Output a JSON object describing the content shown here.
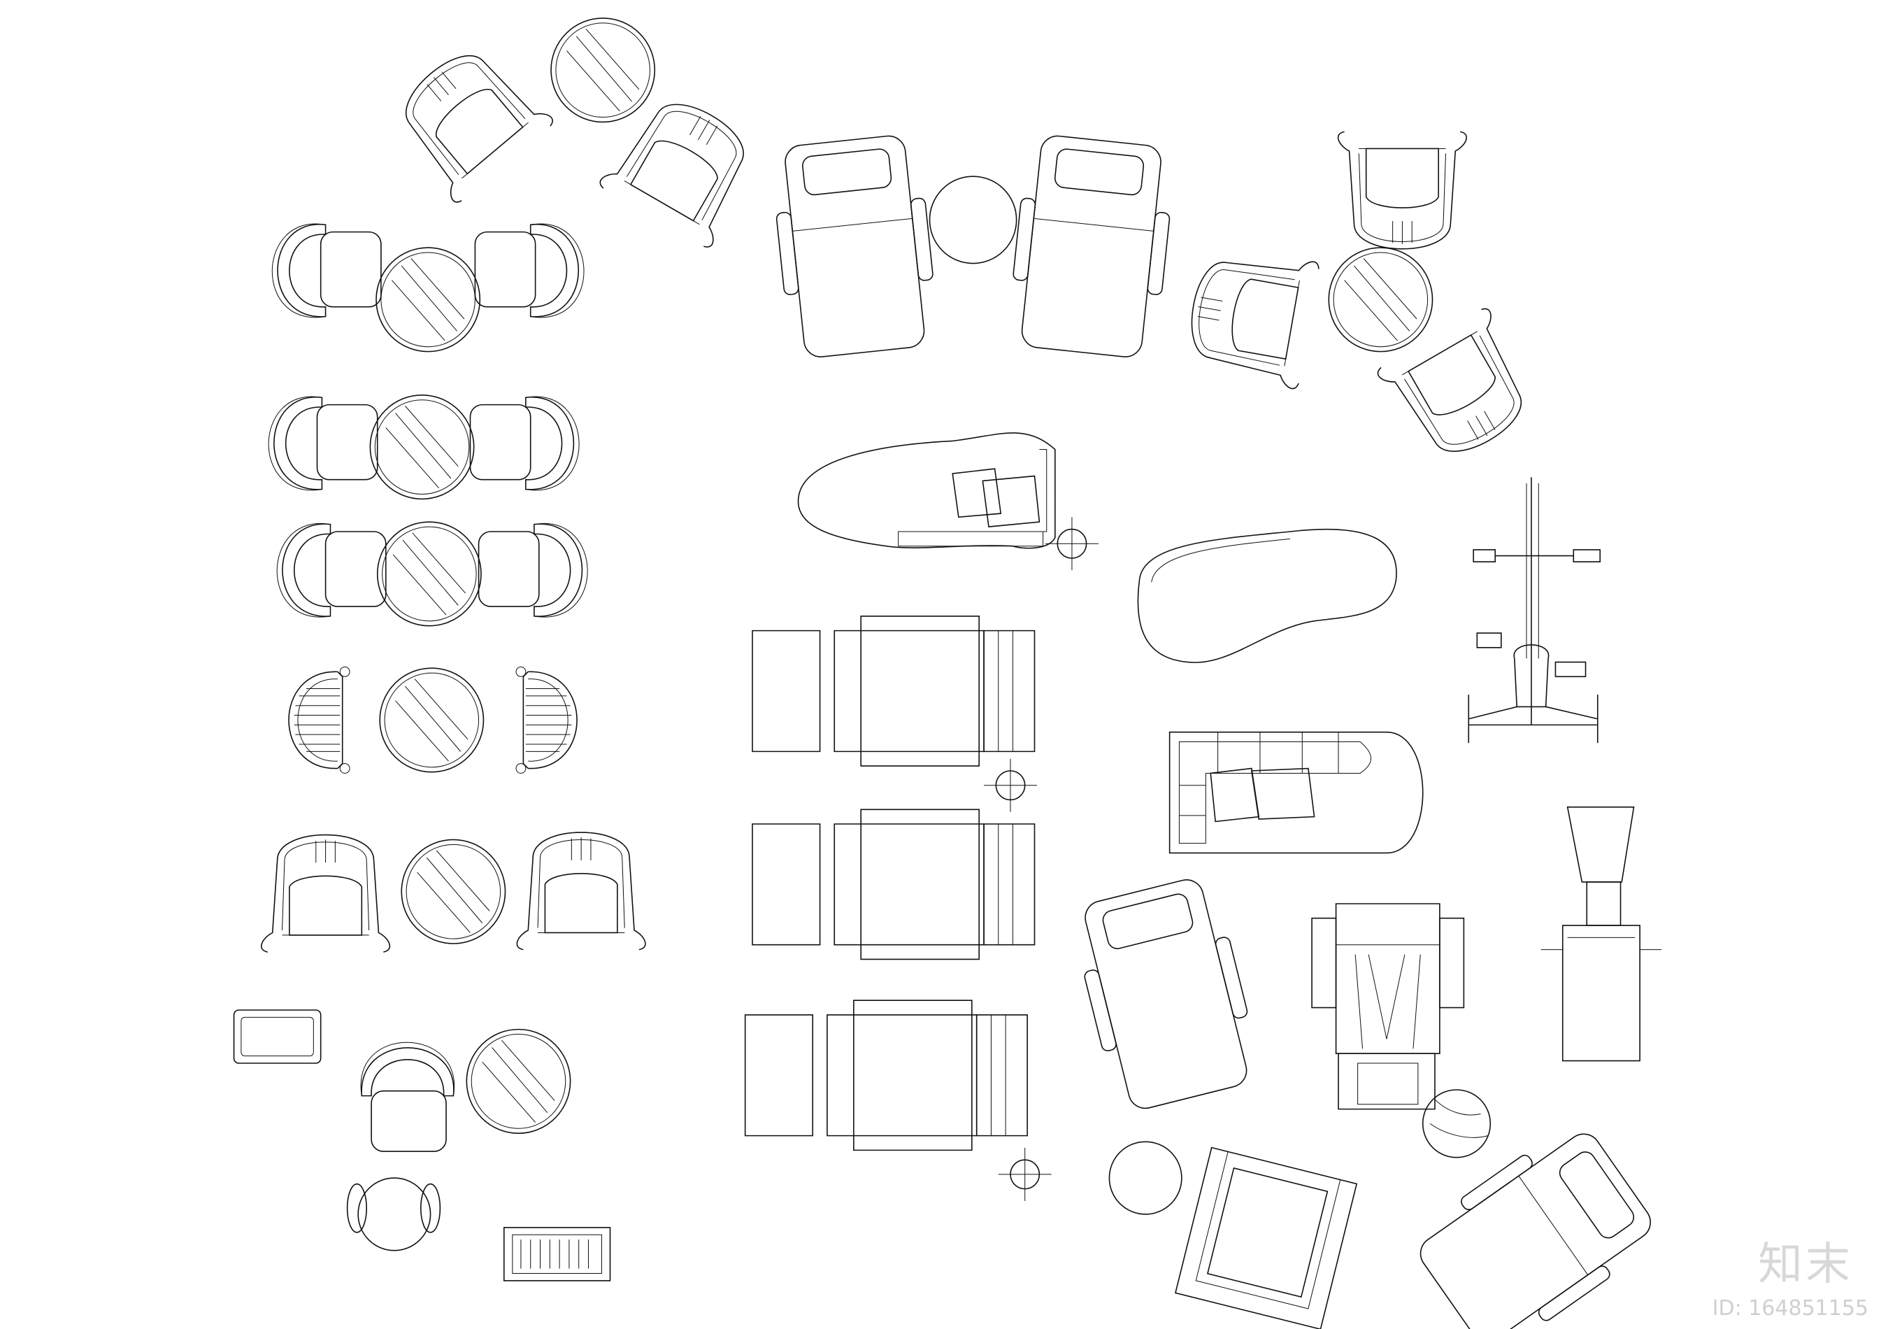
{
  "watermark": {
    "logo": "知末",
    "id_text": "ID: 164851155"
  },
  "symbols": [
    {
      "kind": "armchair-ornate",
      "name": "armchair"
    },
    {
      "kind": "round-table",
      "name": "round-table"
    },
    {
      "kind": "tub-chair",
      "name": "tub-chair"
    },
    {
      "kind": "striped-chair",
      "name": "striped-chair"
    },
    {
      "kind": "sun-lounger",
      "name": "sun-lounger"
    },
    {
      "kind": "sofa-section",
      "name": "sofa-section"
    },
    {
      "kind": "chaise-pillow",
      "name": "chaise-with-pillows"
    },
    {
      "kind": "chaise-dotted",
      "name": "dotted-chaise"
    },
    {
      "kind": "curved-sofa",
      "name": "curved-sofa"
    },
    {
      "kind": "exercise-bike",
      "name": "exercise-bike"
    },
    {
      "kind": "recliner",
      "name": "recliner"
    },
    {
      "kind": "weight-bench",
      "name": "weight-bench"
    },
    {
      "kind": "club-chair",
      "name": "club-chair"
    },
    {
      "kind": "side-table",
      "name": "side-table"
    },
    {
      "kind": "rug",
      "name": "rug"
    },
    {
      "kind": "center-mark",
      "name": "centre-mark"
    }
  ]
}
